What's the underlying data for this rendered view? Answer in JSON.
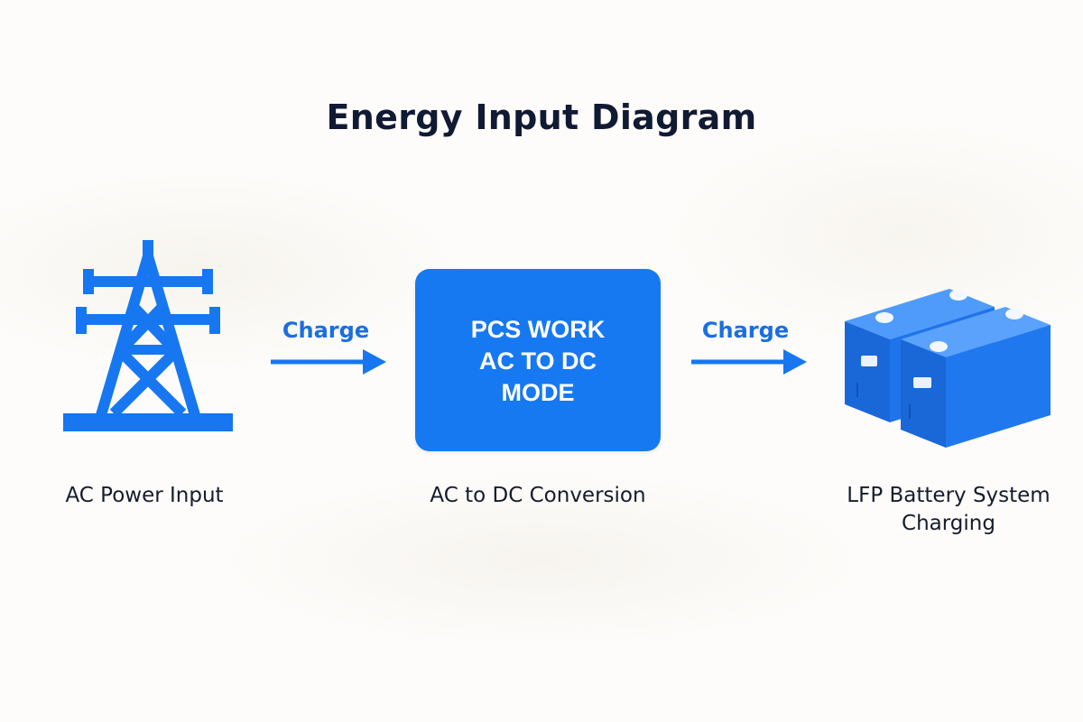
{
  "title": "Energy Input Diagram",
  "nodes": [
    {
      "caption": "AC Power Input",
      "icon": "power-tower-icon"
    },
    {
      "box_lines": [
        "PCS WORK",
        "AC TO DC",
        "MODE"
      ],
      "caption": "AC to DC Conversion"
    },
    {
      "caption_lines": [
        "LFP Battery System",
        "Charging"
      ],
      "icon": "battery-icon"
    }
  ],
  "edges": [
    {
      "label": "Charge",
      "from": 0,
      "to": 1
    },
    {
      "label": "Charge",
      "from": 1,
      "to": 2
    }
  ],
  "colors": {
    "accent": "#1779f2",
    "label": "#1a6fe0",
    "title": "#111a33",
    "text": "#161c2c"
  }
}
